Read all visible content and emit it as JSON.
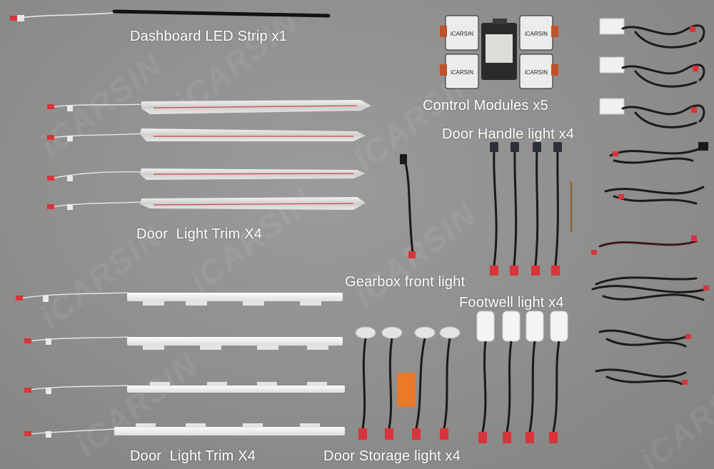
{
  "labels": {
    "dashboard_strip": "Dashboard LED Strip x1",
    "control_modules": "Control Modules x5",
    "door_handle": "Door Handle light x4",
    "door_trim_upper": "Door  Light Trim X4",
    "gearbox": "Gearbox front light",
    "footwell": "Footwell light x4",
    "door_trim_lower": "Door  Light Trim X4",
    "door_storage": "Door Storage light x4"
  },
  "watermark": "iCARSIN",
  "module_label": "iCARSIN",
  "colors": {
    "background": "#8f8f8d",
    "label_text": "#ffffff",
    "connector_red": "#d8343c",
    "cable_black": "#1a1a1a",
    "trim_silver": "#d9d9d7",
    "trim_white": "#f2f2f0",
    "module_orange": "#c0522a"
  }
}
